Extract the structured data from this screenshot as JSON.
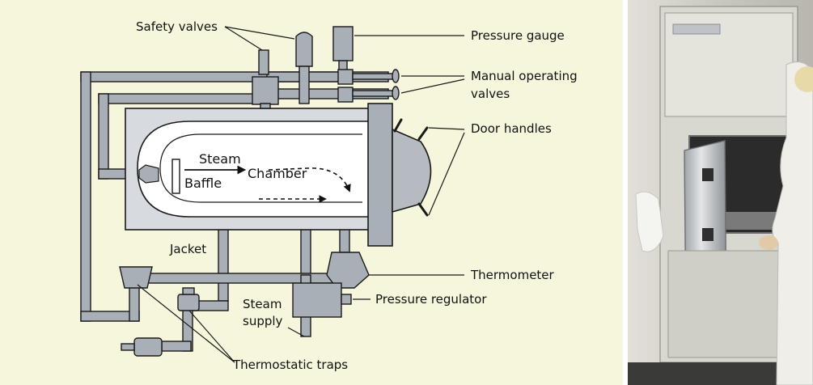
{
  "labels": {
    "safety_valves": "Safety valves",
    "pressure_gauge": "Pressure gauge",
    "manual_operating_valves_line1": "Manual operating",
    "manual_operating_valves_line2": "valves",
    "door_handles": "Door handles",
    "steam": "Steam",
    "baffle": "Baffle",
    "chamber": "Chamber",
    "jacket": "Jacket",
    "thermometer": "Thermometer",
    "steam_supply_line1": "Steam",
    "steam_supply_line2": "supply",
    "pressure_regulator": "Pressure regulator",
    "thermostatic_traps": "Thermostatic traps"
  },
  "colors": {
    "panel_bg": "#f6f6dc",
    "metal": "#a9afb6",
    "metal_dark": "#8e959d",
    "jacket_fill": "#d7dade",
    "chamber_fill": "#ffffff",
    "line": "#1a1a1a",
    "photo_wall": "#cbc9c1"
  }
}
